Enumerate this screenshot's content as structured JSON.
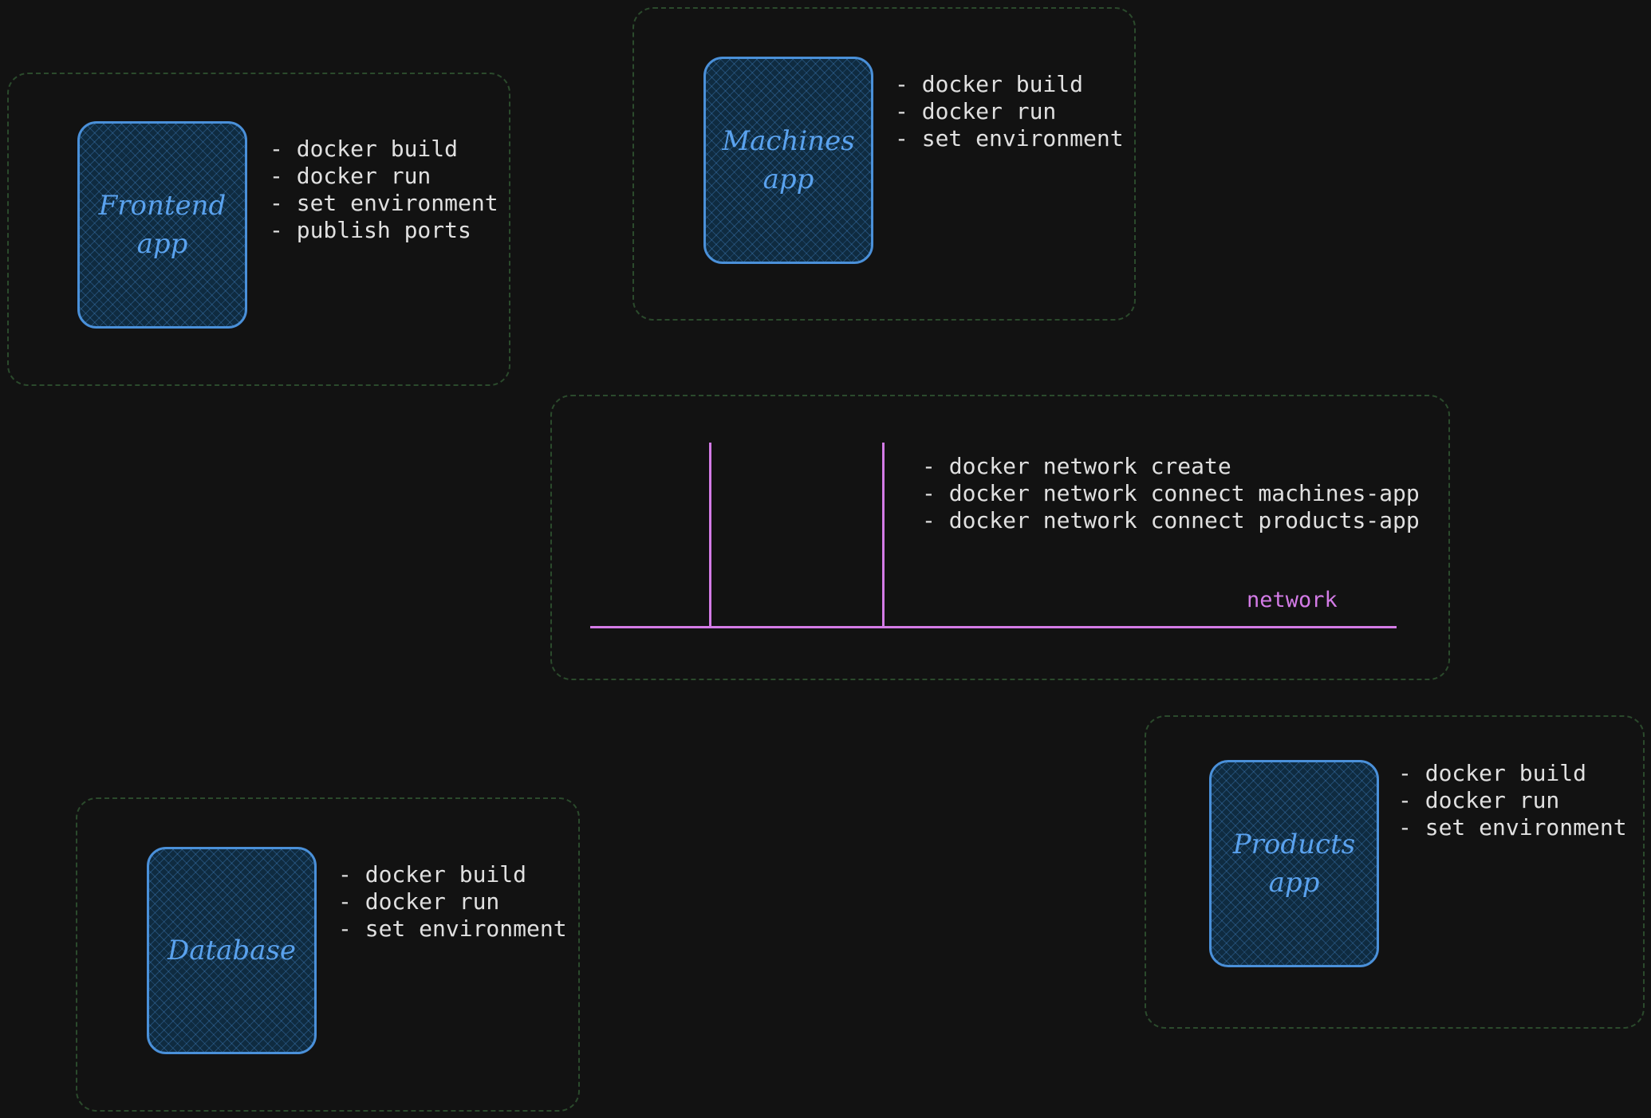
{
  "colors": {
    "background": "#121212",
    "card_border": "#4a90d9",
    "card_text": "#5aa2ee",
    "group_border": "#2b4a2c",
    "step_text": "#e0e0e0",
    "network": "#d37be6"
  },
  "frontend": {
    "title_line1": "Frontend",
    "title_line2": "app",
    "steps": [
      "- docker build",
      "- docker run",
      "- set environment",
      "- publish ports"
    ]
  },
  "machines": {
    "title_line1": "Machines",
    "title_line2": "app",
    "steps": [
      "- docker build",
      "- docker run",
      "- set environment"
    ]
  },
  "network": {
    "label": "network",
    "steps": [
      "- docker network create",
      "- docker network connect machines-app",
      "- docker network connect products-app"
    ]
  },
  "database": {
    "title_line1": "Database",
    "steps": [
      "- docker build",
      "- docker run",
      "- set environment"
    ]
  },
  "products": {
    "title_line1": "Products",
    "title_line2": "app",
    "steps": [
      "- docker build",
      "- docker run",
      "- set environment"
    ]
  }
}
